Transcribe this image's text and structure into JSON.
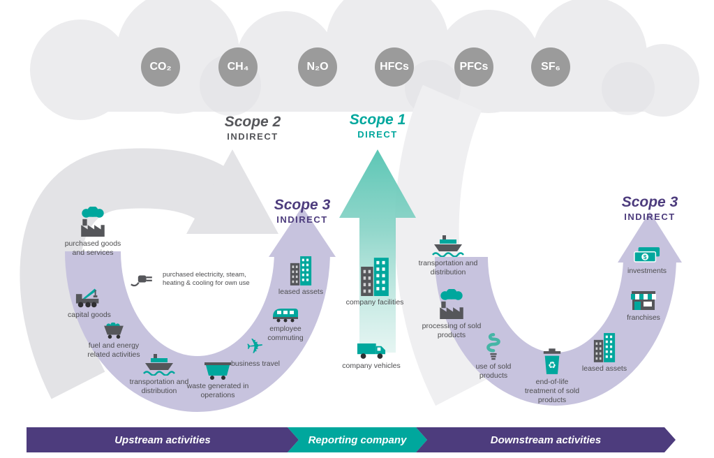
{
  "gases": [
    "CO₂",
    "CH₄",
    "N₂O",
    "HFCs",
    "PFCs",
    "SF₆"
  ],
  "scopes": {
    "scope2": {
      "title": "Scope 2",
      "type": "INDIRECT"
    },
    "scope1": {
      "title": "Scope 1",
      "type": "DIRECT"
    },
    "scope3_upstream": {
      "title": "Scope 3",
      "type": "INDIRECT"
    },
    "scope3_downstream": {
      "title": "Scope 3",
      "type": "INDIRECT"
    }
  },
  "upstream": {
    "banner": "Upstream activities",
    "note": "purchased electricity, steam, heating & cooling for own use",
    "items": [
      {
        "label": "purchased goods and services",
        "icon": "factory-smoke-icon"
      },
      {
        "label": "capital goods",
        "icon": "crane-truck-icon"
      },
      {
        "label": "fuel and energy related activities",
        "icon": "mine-cart-icon"
      },
      {
        "label": "transportation and distribution",
        "icon": "ship-icon"
      },
      {
        "label": "waste generated in operations",
        "icon": "dumpster-icon"
      },
      {
        "label": "business travel",
        "icon": "airplane-icon"
      },
      {
        "label": "employee commuting",
        "icon": "train-icon"
      },
      {
        "label": "leased assets",
        "icon": "building-icon"
      }
    ]
  },
  "reporting_company": {
    "banner": "Reporting company",
    "items": [
      {
        "label": "company facilities",
        "icon": "building-icon"
      },
      {
        "label": "company vehicles",
        "icon": "truck-icon"
      }
    ]
  },
  "downstream": {
    "banner": "Downstream activities",
    "items": [
      {
        "label": "transportation and distribution",
        "icon": "ship-icon"
      },
      {
        "label": "processing of sold products",
        "icon": "factory-smoke-icon"
      },
      {
        "label": "use of sold products",
        "icon": "lightbulb-icon"
      },
      {
        "label": "end-of-life treatment of sold products",
        "icon": "recycle-bin-icon"
      },
      {
        "label": "leased assets",
        "icon": "building-icon"
      },
      {
        "label": "franchises",
        "icon": "storefront-icon"
      },
      {
        "label": "investments",
        "icon": "money-icon"
      }
    ]
  },
  "glyphs": {
    "airplane": "✈",
    "recycle": "♻",
    "dollar": "$"
  },
  "colors": {
    "purple": "#4d3c7d",
    "teal": "#00a79d",
    "lavender": "#c7c3de",
    "gray_circle": "#9b9b9b"
  }
}
